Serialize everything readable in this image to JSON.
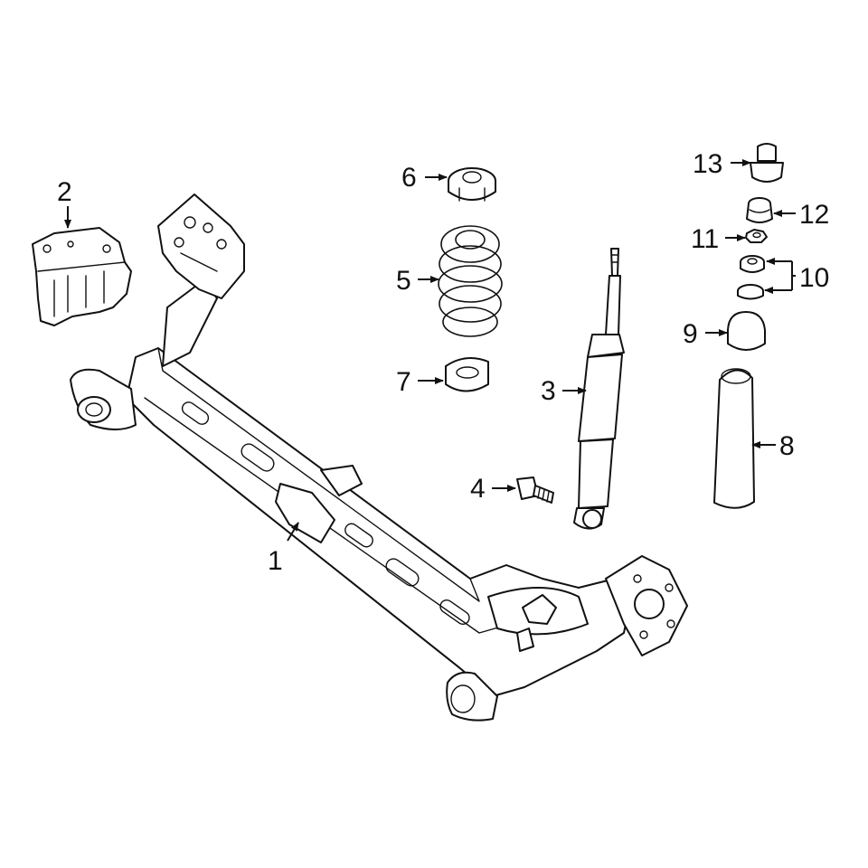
{
  "highlight_color": "#2035c8",
  "outline_color": "#111111",
  "background_color": "#ffffff",
  "highlighted_part": "5",
  "callouts": [
    {
      "id": "c1",
      "label": "1"
    },
    {
      "id": "c2",
      "label": "2"
    },
    {
      "id": "c3",
      "label": "3"
    },
    {
      "id": "c4",
      "label": "4"
    },
    {
      "id": "c5",
      "label": "5"
    },
    {
      "id": "c6",
      "label": "6"
    },
    {
      "id": "c7",
      "label": "7"
    },
    {
      "id": "c8",
      "label": "8"
    },
    {
      "id": "c9",
      "label": "9"
    },
    {
      "id": "c10",
      "label": "10"
    },
    {
      "id": "c11",
      "label": "11"
    },
    {
      "id": "c12",
      "label": "12"
    },
    {
      "id": "c13",
      "label": "13"
    }
  ]
}
